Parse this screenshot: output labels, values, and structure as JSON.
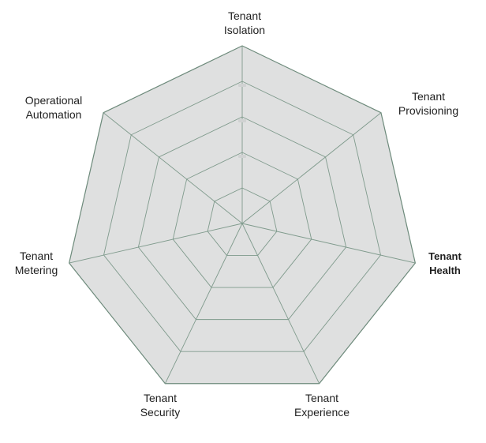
{
  "chart_data": {
    "type": "radar",
    "axes": [
      {
        "label_lines": [
          "Tenant",
          "Isolation"
        ]
      },
      {
        "label_lines": [
          "Tenant",
          "Provisioning"
        ]
      },
      {
        "label_lines": [
          "Tenant",
          "Health"
        ]
      },
      {
        "label_lines": [
          "Tenant",
          "Experience"
        ]
      },
      {
        "label_lines": [
          "Tenant",
          "Security"
        ]
      },
      {
        "label_lines": [
          "Tenant",
          "Metering"
        ]
      },
      {
        "label_lines": [
          "Operational",
          "Automation"
        ]
      }
    ],
    "rings": 5,
    "rlim": [
      0,
      5
    ],
    "grid": true,
    "series": [],
    "colors": {
      "fill": "#dfe0e0",
      "grid": "#7f9a8c",
      "outer": "#6d8a7b"
    }
  }
}
